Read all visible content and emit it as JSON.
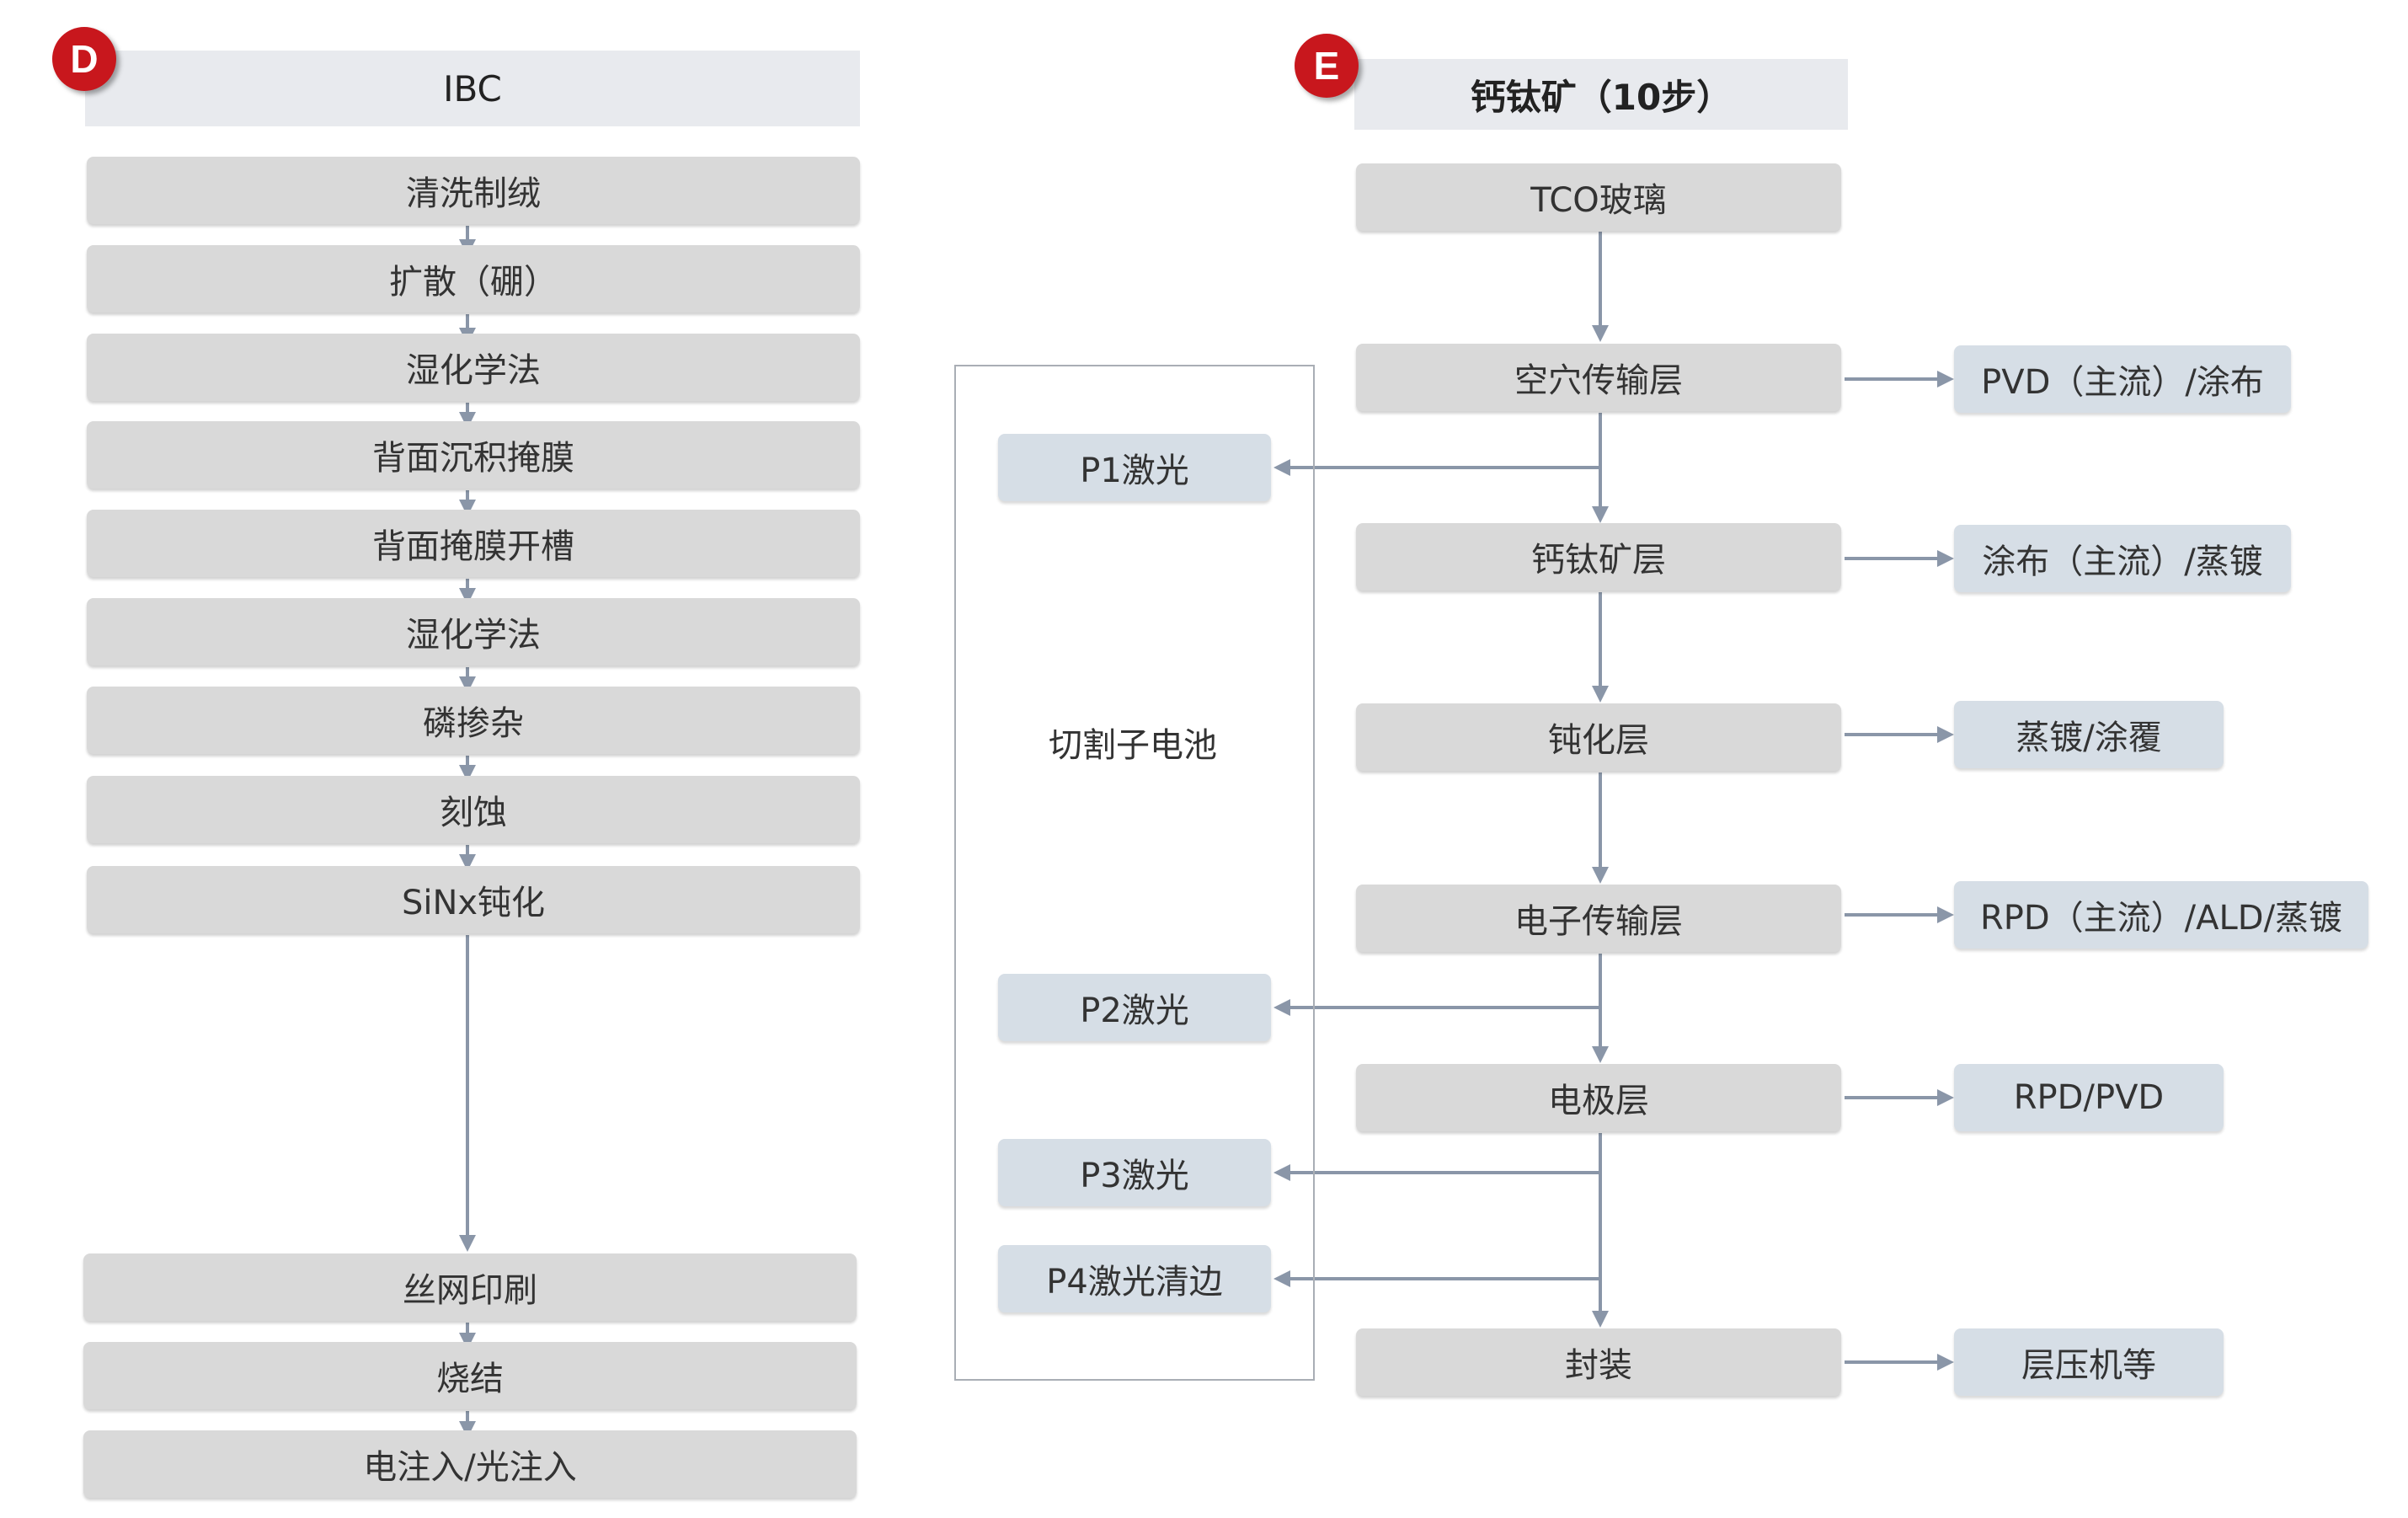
{
  "left": {
    "badge": "D",
    "header": "IBC",
    "steps": [
      "清洗制绒",
      "扩散（硼）",
      "湿化学法",
      "背面沉积掩膜",
      "背面掩膜开槽",
      "湿化学法",
      "磷掺杂",
      "刻蚀",
      "SiNx钝化",
      "丝网印刷",
      "烧结",
      "电注入/光注入"
    ]
  },
  "right": {
    "badge": "E",
    "header": "钙钛矿（10步）",
    "steps": [
      "TCO玻璃",
      "空穴传输层",
      "钙钛矿层",
      "钝化层",
      "电子传输层",
      "电极层",
      "封装"
    ],
    "methods": [
      "PVD（主流）/涂布",
      "涂布（主流）/蒸镀",
      "蒸镀/涂覆",
      "RPD（主流）/ALD/蒸镀",
      "RPD/PVD",
      "层压机等"
    ],
    "cut_group": {
      "label": "切割子电池",
      "lasers": [
        "P1激光",
        "P2激光",
        "P3激光",
        "P4激光清边"
      ]
    }
  },
  "colors": {
    "step_fill": "#d9d9d9",
    "side_fill": "#d6dee6",
    "header_fill": "#e8eaee",
    "badge_red": "#c8171d",
    "arrow": "#8a96a8"
  }
}
